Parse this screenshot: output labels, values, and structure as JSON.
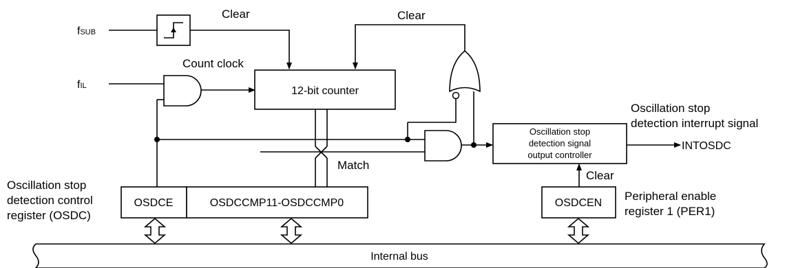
{
  "inputs": {
    "fsub_f": "f",
    "fsub_sub": "SUB",
    "fil_f": "f",
    "fil_sub": "IL"
  },
  "labels": {
    "clear_top_left": "Clear",
    "clear_top_right": "Clear",
    "count_clock": "Count clock",
    "match": "Match",
    "clear_bottom": "Clear"
  },
  "blocks": {
    "counter": "12-bit counter",
    "controller_line1": "Oscillation stop",
    "controller_line2": "detection signal",
    "controller_line3": "output controller"
  },
  "registers": {
    "osdce": "OSDCE",
    "osdccmp": "OSDCCMP11-OSDCCMP0",
    "osdcen": "OSDCEN",
    "osdc_caption_line1": "Oscillation stop",
    "osdc_caption_line2": "detection control",
    "osdc_caption_line3": "register (OSDC)",
    "per1_caption_line1": "Peripheral enable",
    "per1_caption_line2": "register 1 (PER1)"
  },
  "output": {
    "caption_line1": "Oscillation stop",
    "caption_line2": "detection interrupt signal",
    "signal": "INTOSDC"
  },
  "bus": {
    "label": "Internal bus"
  }
}
